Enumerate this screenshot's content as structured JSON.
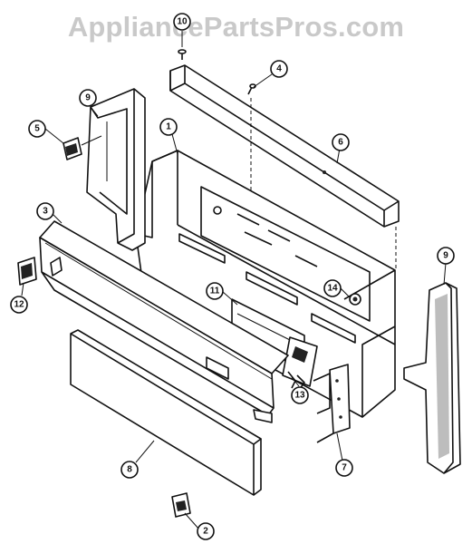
{
  "watermark": "AppliancePartsPros.com",
  "callouts": [
    {
      "id": "c10",
      "label": "10"
    },
    {
      "id": "c4",
      "label": "4"
    },
    {
      "id": "c9a",
      "label": "9"
    },
    {
      "id": "c5",
      "label": "5"
    },
    {
      "id": "c1",
      "label": "1"
    },
    {
      "id": "c6",
      "label": "6"
    },
    {
      "id": "c3",
      "label": "3"
    },
    {
      "id": "c9b",
      "label": "9"
    },
    {
      "id": "c11",
      "label": "11"
    },
    {
      "id": "c14",
      "label": "14"
    },
    {
      "id": "c12",
      "label": "12"
    },
    {
      "id": "c13",
      "label": "13"
    },
    {
      "id": "c8",
      "label": "8"
    },
    {
      "id": "c7",
      "label": "7"
    },
    {
      "id": "c2",
      "label": "2"
    }
  ]
}
